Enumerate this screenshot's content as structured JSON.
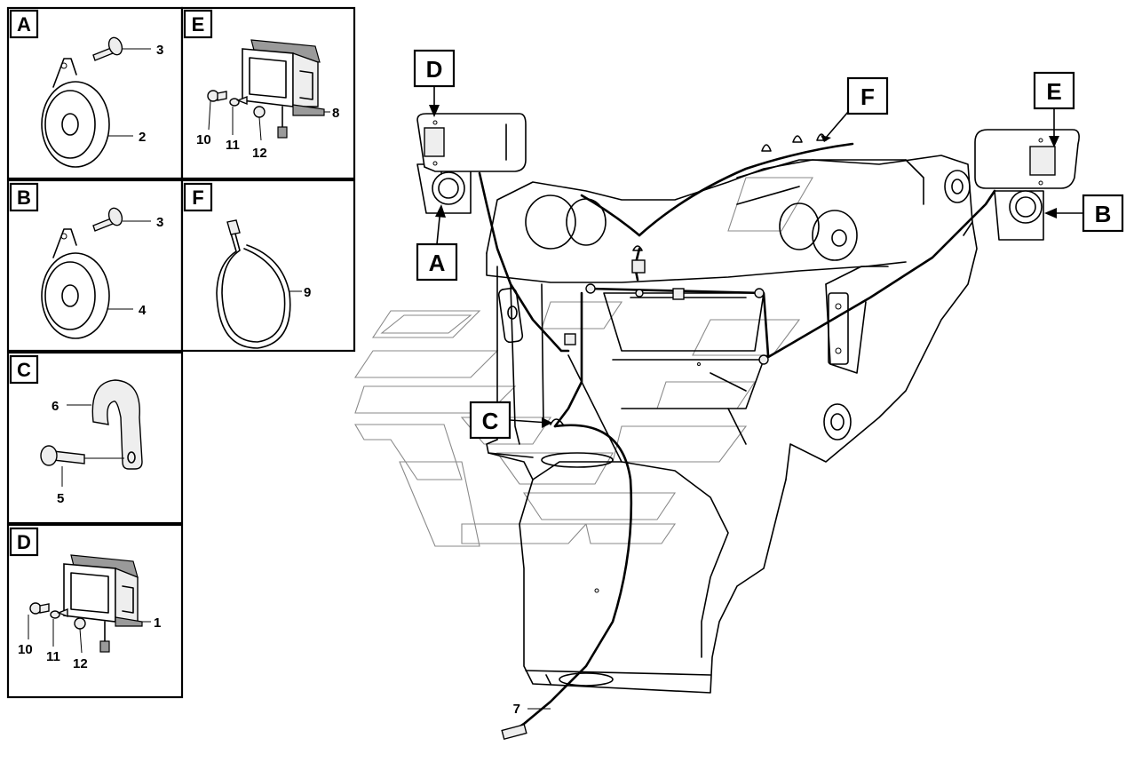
{
  "panels": {
    "A": {
      "letter": "A",
      "callouts": [
        "3",
        "2"
      ]
    },
    "B": {
      "letter": "B",
      "callouts": [
        "3",
        "4"
      ]
    },
    "C": {
      "letter": "C",
      "callouts": [
        "6",
        "5"
      ]
    },
    "D": {
      "letter": "D",
      "callouts": [
        "1",
        "10",
        "11",
        "12"
      ]
    },
    "E": {
      "letter": "E",
      "callouts": [
        "8",
        "10",
        "11",
        "12"
      ]
    },
    "F": {
      "letter": "F",
      "callouts": [
        "9"
      ]
    }
  },
  "main": {
    "tags": {
      "D": "D",
      "A": "A",
      "F": "F",
      "E": "E",
      "B": "B",
      "C": "C"
    },
    "callouts": {
      "harness": "7"
    }
  }
}
